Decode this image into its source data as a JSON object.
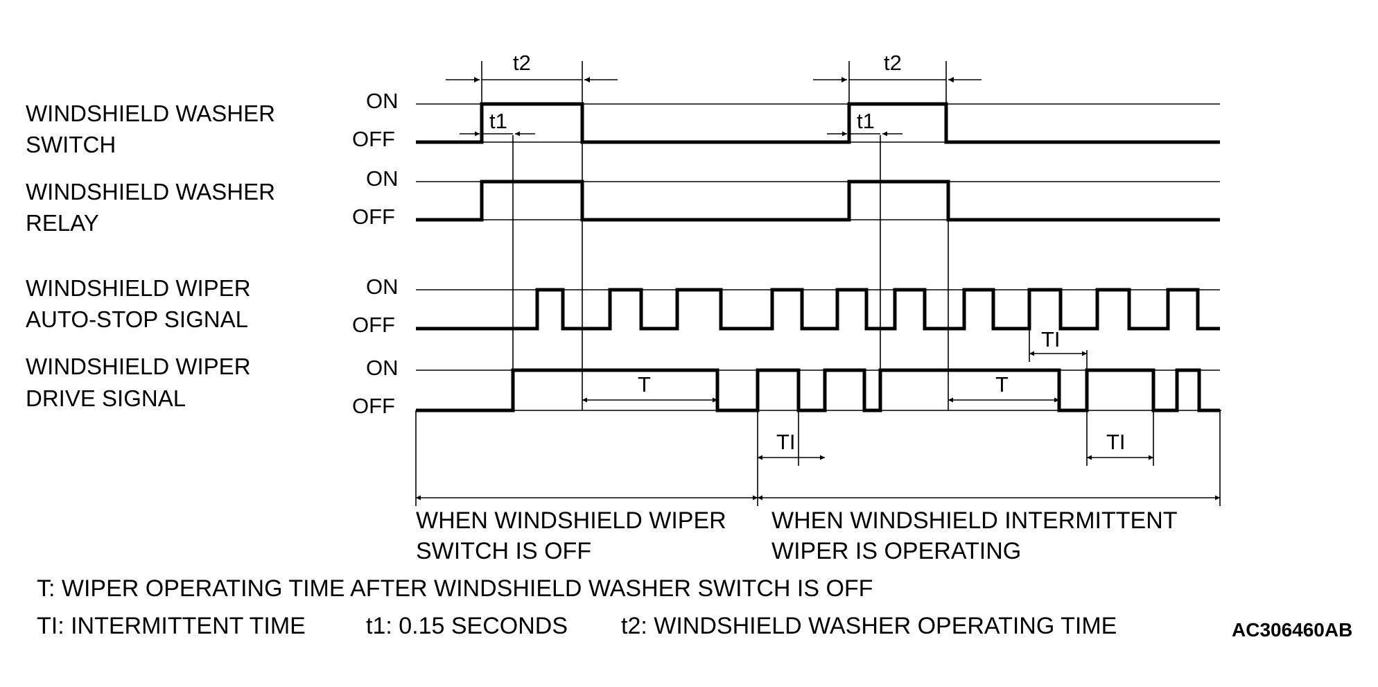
{
  "signals": [
    {
      "name_line1": "WINDSHIELD WASHER",
      "name_line2": "SWITCH",
      "on": "ON",
      "off": "OFF"
    },
    {
      "name_line1": "WINDSHIELD WASHER",
      "name_line2": "RELAY",
      "on": "ON",
      "off": "OFF"
    },
    {
      "name_line1": "WINDSHIELD WIPER",
      "name_line2": "AUTO-STOP SIGNAL",
      "on": "ON",
      "off": "OFF"
    },
    {
      "name_line1": "WINDSHIELD WIPER",
      "name_line2": "DRIVE SIGNAL",
      "on": "ON",
      "off": "OFF"
    }
  ],
  "timing_labels": {
    "t1": "t1",
    "t2": "t2",
    "T": "T",
    "TI": "TI"
  },
  "sections": {
    "left_line1": "WHEN WINDSHIELD WIPER",
    "left_line2": "SWITCH IS OFF",
    "right_line1": "WHEN WINDSHIELD INTERMITTENT",
    "right_line2": "WIPER IS OPERATING"
  },
  "legend": {
    "T": "T: WIPER OPERATING TIME AFTER WINDSHIELD WASHER SWITCH IS OFF",
    "TI": "TI: INTERMITTENT TIME",
    "t1": "t1: 0.15 SECONDS",
    "t2": "t2: WINDSHIELD WASHER OPERATING TIME"
  },
  "figure_code": "AC306460AB"
}
